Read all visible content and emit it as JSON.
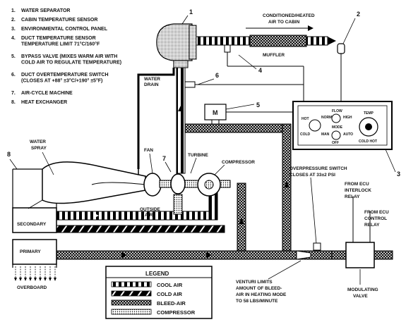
{
  "parts_list": [
    {
      "num": "1.",
      "text": "WATER SEPARATOR"
    },
    {
      "num": "2.",
      "text": "CABIN TEMPERATURE SENSOR"
    },
    {
      "num": "3.",
      "text": "ENVIRONMENTAL CONTROL PANEL"
    },
    {
      "num": "4.",
      "text": "DUCT TEMPERATURE SENSOR"
    },
    {
      "num": "",
      "text": "TEMPERATURE LIMIT 71°C/160°F"
    },
    {
      "num": "5.",
      "text": "BYPASS VALVE (MIXES WARM AIR WITH"
    },
    {
      "num": "",
      "text": "COLD AIR TO REGULATE TEMPERATURE)"
    },
    {
      "num": "6.",
      "text": "DUCT OVERTEMPERATURE SWITCH"
    },
    {
      "num": "",
      "text": "(CLOSES AT +88° ±3°C/+190° ±5°F)"
    },
    {
      "num": "7.",
      "text": "AIR-CYCLE MACHINE"
    },
    {
      "num": "8.",
      "text": "HEAT EXCHANGER"
    }
  ],
  "callouts": {
    "n1": "1",
    "n2": "2",
    "n3": "3",
    "n4": "4",
    "n5": "5",
    "n6": "6",
    "n7": "7",
    "n8": "8"
  },
  "labels": {
    "conditioned_1": "CONDITIONED/HEATED",
    "conditioned_2": "AIR TO CABIN",
    "muffler": "MUFFLER",
    "water_drain_1": "WATER",
    "water_drain_2": "DRAIN",
    "bypass_box": "M",
    "water_spray_1": "WATER",
    "water_spray_2": "SPRAY",
    "fan": "FAN",
    "turbine": "TURBINE",
    "compressor": "COMPRESSOR",
    "outside_air_1": "OUTSIDE",
    "outside_air_2": "AIR",
    "secondary": "SECONDARY",
    "primary": "PRIMARY",
    "overboard": "OVERBOARD",
    "overpressure_1": "OVERPRESSURE SWITCH",
    "overpressure_2": "CLOSES AT 33±2 PSI",
    "from_ecu_interlock_1": "FROM ECU",
    "from_ecu_interlock_2": "INTERLOCK",
    "from_ecu_interlock_3": "RELAY",
    "from_ecu_control_1": "FROM ECU",
    "from_ecu_control_2": "CONTROL",
    "from_ecu_control_3": "RELAY",
    "venturi_1": "VENTURI LIMITS",
    "venturi_2": "AMOUNT OF BLEED-",
    "venturi_3": "AIR IN HEATING MODE",
    "venturi_4": "TO 58 LBS/MINUTE",
    "modulating_1": "MODULATING",
    "modulating_2": "VALVE"
  },
  "panel": {
    "flow": "FLOW",
    "norm": "NORM",
    "high": "HIGH",
    "hot": "HOT",
    "cold": "COLD",
    "mode": "MODE",
    "man": "MAN",
    "auto": "AUTO",
    "off": "OFF",
    "temp": "TEMP",
    "cold_hot": "COLD  HOT"
  },
  "legend": {
    "title": "LEGEND",
    "items": [
      "COOL AIR",
      "COLD AIR",
      "BLEED-AIR",
      "COMPRESSOR"
    ]
  }
}
